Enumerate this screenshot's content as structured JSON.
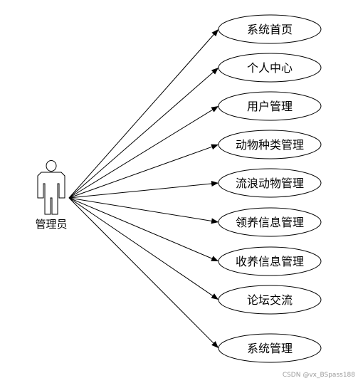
{
  "actor": {
    "label": "管理员"
  },
  "use_cases": [
    {
      "label": "系统首页"
    },
    {
      "label": "个人中心"
    },
    {
      "label": "用户管理"
    },
    {
      "label": "动物种类管理"
    },
    {
      "label": "流浪动物管理"
    },
    {
      "label": "领养信息管理"
    },
    {
      "label": "收养信息管理"
    },
    {
      "label": "论坛交流"
    },
    {
      "label": "系统管理"
    }
  ],
  "watermark": "CSDN @vx_BSpass188",
  "colors": {
    "stroke": "#000000",
    "background": "#ffffff",
    "watermark": "#9a9a9a"
  }
}
